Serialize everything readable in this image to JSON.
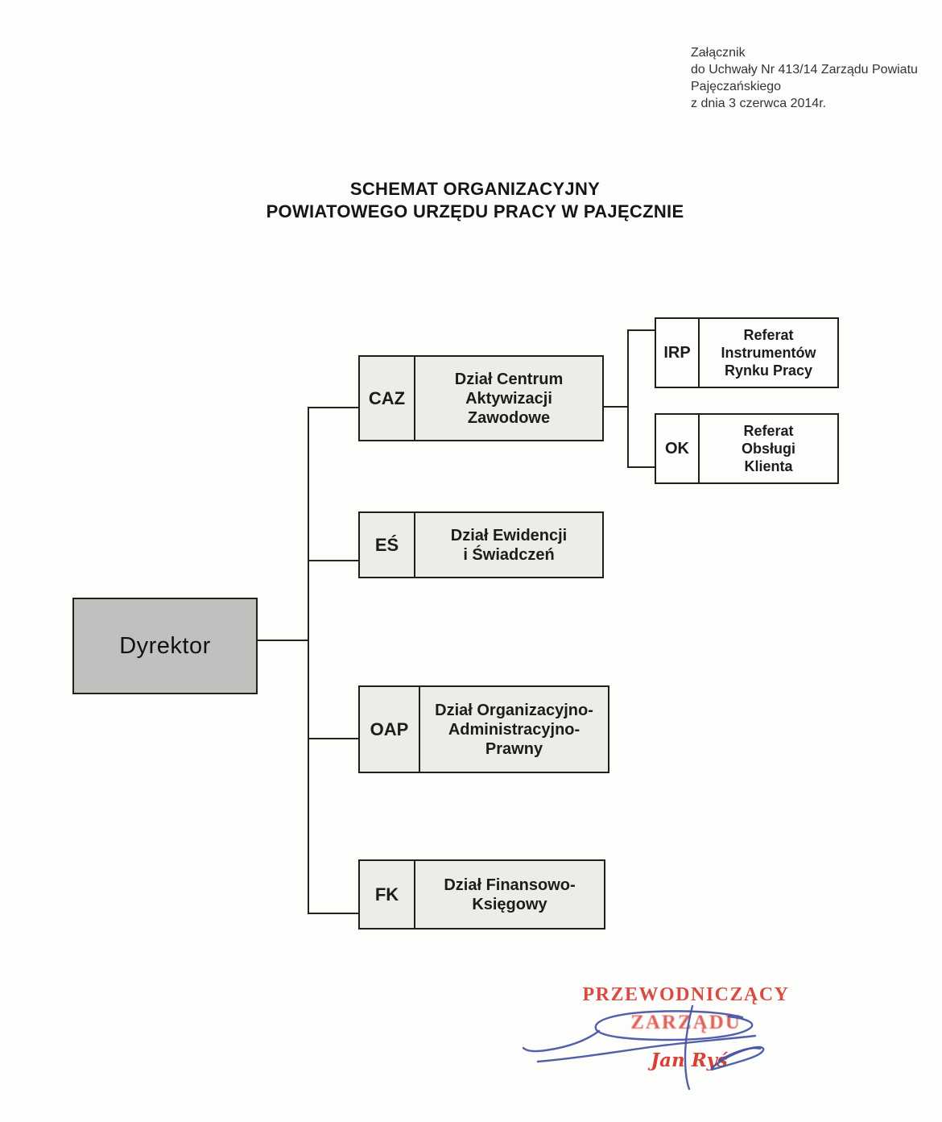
{
  "document": {
    "attachment_note": {
      "line1": "Załącznik",
      "line2": "do Uchwały Nr 413/14 Zarządu Powiatu",
      "line3": "Pajęczańskiego",
      "line4": "z dnia 3 czerwca 2014r."
    },
    "title": {
      "line1": "SCHEMAT ORGANIZACYJNY",
      "line2": "POWIATOWEGO URZĘDU PRACY W PAJĘCZNIE"
    }
  },
  "org_chart": {
    "type": "organizational-tree",
    "root": {
      "label": "Dyrektor"
    },
    "departments": [
      {
        "code": "CAZ",
        "line1": "Dział Centrum",
        "line2": "Aktywizacji",
        "line3": "Zawodowe"
      },
      {
        "code": "EŚ",
        "line1": "Dział Ewidencji",
        "line2": "i Świadczeń",
        "line3": ""
      },
      {
        "code": "OAP",
        "line1": "Dział Organizacyjno-",
        "line2": "Administracyjno-",
        "line3": "Prawny"
      },
      {
        "code": "FK",
        "line1": "Dział Finansowo-",
        "line2": "Księgowy",
        "line3": ""
      }
    ],
    "caz_subunits": [
      {
        "code": "IRP",
        "line1": "Referat",
        "line2": "Instrumentów",
        "line3": "Rynku Pracy"
      },
      {
        "code": "OK",
        "line1": "Referat",
        "line2": "Obsługi",
        "line3": "Klienta"
      }
    ]
  },
  "stamp": {
    "title_line1": "PRZEWODNICZĄCY",
    "title_line2": "ZARZĄDU",
    "signature_name": "Jan Ryś"
  },
  "colors": {
    "stamp_red": "#d6372c",
    "signature_blue": "#4353a4",
    "director_box_fill": "#c0c0bf",
    "department_box_fill": "#ecece9",
    "subunit_box_fill": "#fdfdfc"
  }
}
